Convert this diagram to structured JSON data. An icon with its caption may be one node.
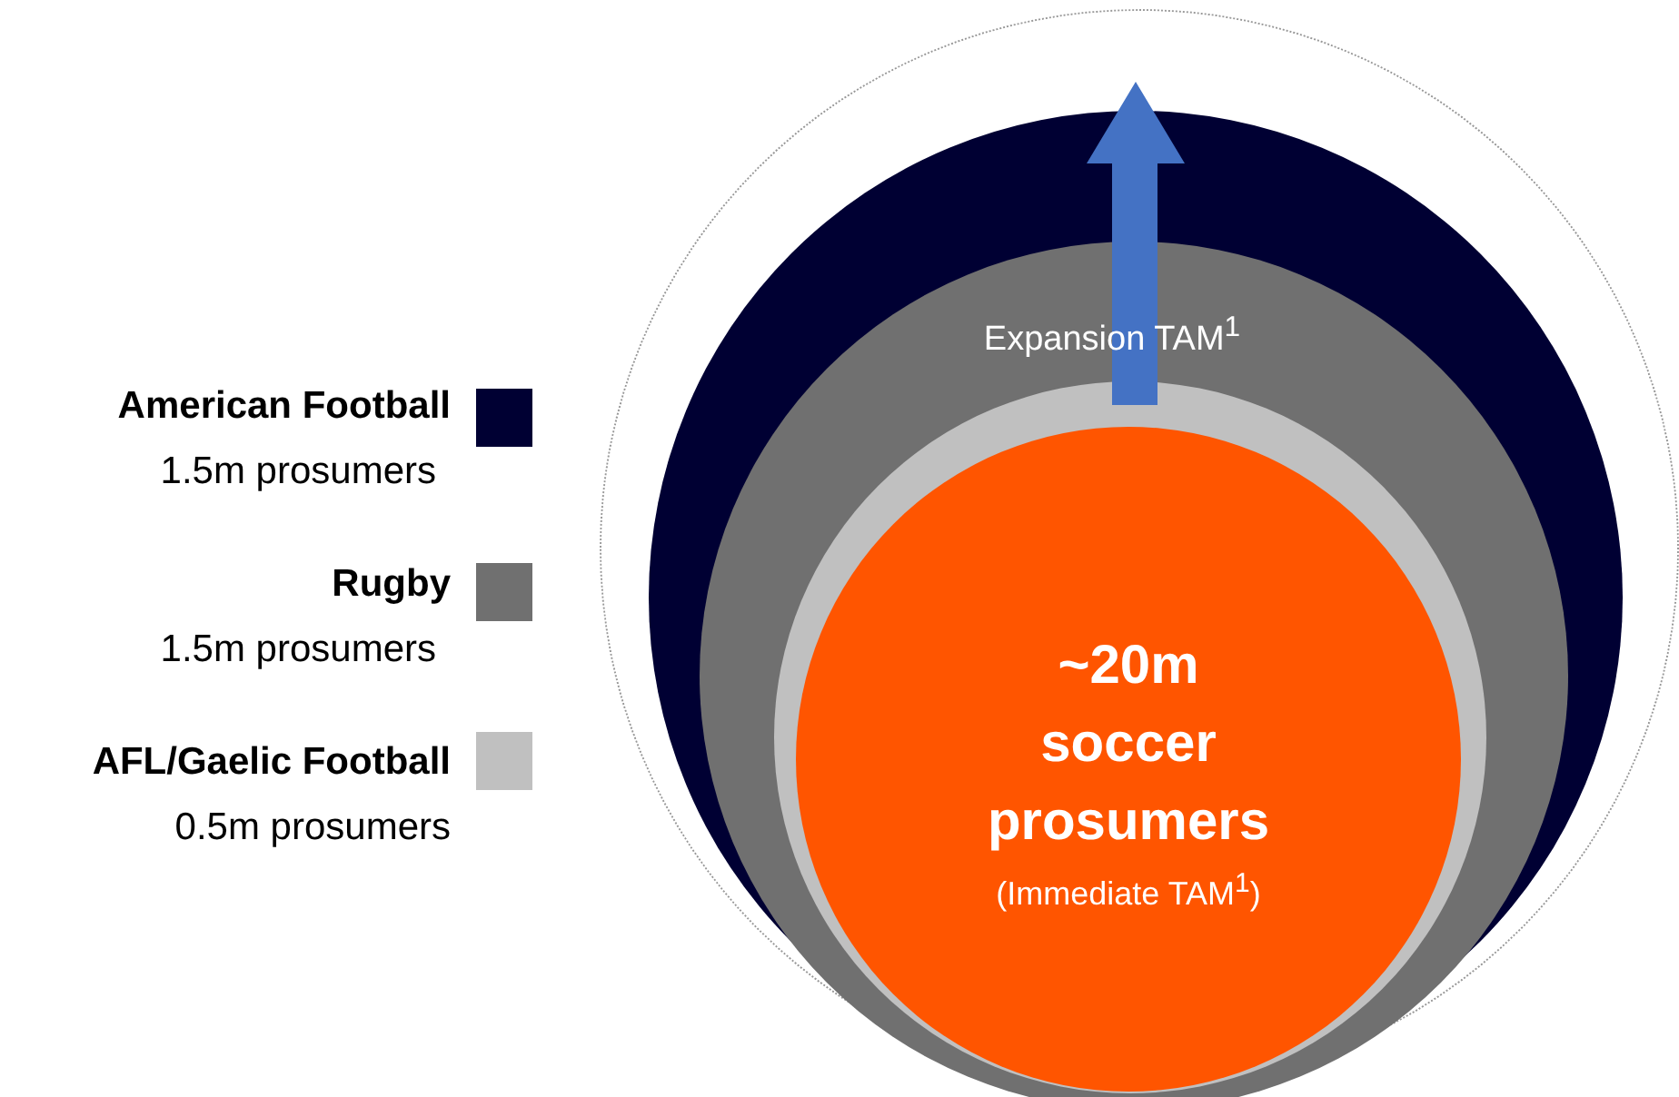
{
  "diagram": {
    "nodes": [
      {
        "text": [],
        "shape": "circle"
      },
      {
        "text": [],
        "shape": "circle",
        "in": 0
      },
      {
        "text": [
          "Expansion TAM$^{1}$"
        ],
        "in": 1
      },
      {
        "text": [],
        "shape": "circle",
        "in": 2
      },
      {
        "text": [
          "~20m soccer prosumers",
          "(Immediate TAM$^{1}$)"
        ],
        "in": 3
      }
    ],
    "edges": [],
    "labels": [
      "1.5m prosumers",
      "1.5m prosumers",
      "0.5m prosumers"
    ],
    "legend": [
      {
        "text": "American Football",
        "color": "#000033"
      },
      {
        "text": "Rugby",
        "color": "#707070"
      },
      {
        "text": "AFL/Gaelic Football",
        "color": "#c0c0c0"
      }
    ]
  }
}
